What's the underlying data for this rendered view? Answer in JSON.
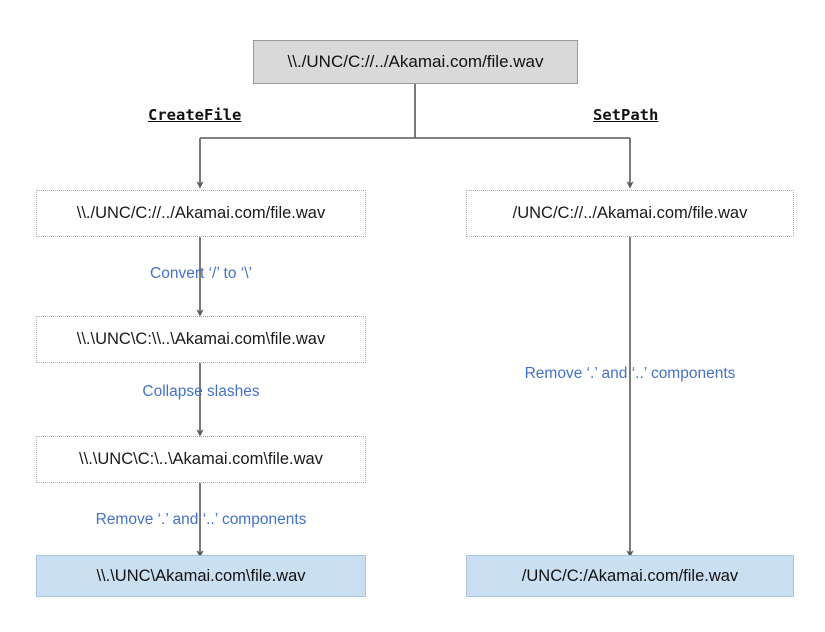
{
  "diagram": {
    "title_text": "\\\\./UNC/C://../Akamai.com/file.wav",
    "colors": {
      "input_box_fill": "#d9d9d9",
      "input_box_border": "#9a9a9a",
      "step_box_fill": "#ffffff",
      "step_box_border": "#b0b0b0",
      "final_box_fill": "#cadff1",
      "final_box_border": "#a8c4de",
      "annotation_text": "#4472c4",
      "arrow": "#595959",
      "body_text": "#1a1a1a"
    },
    "input": {
      "label": "\\\\./UNC/C://../Akamai.com/file.wav"
    },
    "branches": [
      {
        "api_label": "CreateFile",
        "steps": [
          {
            "label": "\\\\./UNC/C://../Akamai.com/file.wav"
          },
          {
            "label": "\\\\.\\UNC\\C:\\\\..\\Akamai.com\\file.wav"
          },
          {
            "label": "\\\\.\\UNC\\C:\\..\\Akamai.com\\file.wav"
          }
        ],
        "operations": [
          {
            "label": "Convert ‘/’ to ‘\\’"
          },
          {
            "label": "Collapse slashes"
          },
          {
            "label": "Remove ‘.’ and ‘..’ components"
          }
        ],
        "result": {
          "label": "\\\\.\\UNC\\Akamai.com\\file.wav"
        }
      },
      {
        "api_label": "SetPath",
        "steps": [
          {
            "label": "/UNC/C://../Akamai.com/file.wav"
          }
        ],
        "operations": [
          {
            "label": "Remove ‘.’ and ‘..’ components"
          }
        ],
        "result": {
          "label": "/UNC/C:/Akamai.com/file.wav"
        }
      }
    ]
  }
}
